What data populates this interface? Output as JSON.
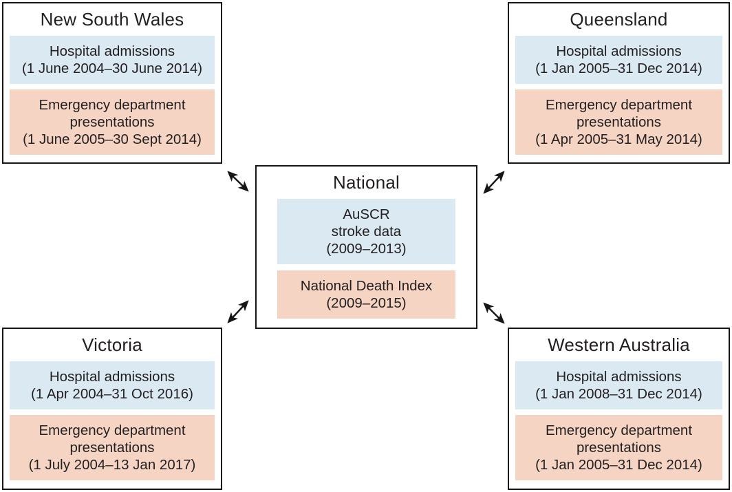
{
  "colors": {
    "hospital_panel_blue": "#dbe9f2",
    "emergency_panel_pink": "#f5d4c4",
    "border_black": "#161616",
    "text": "#231f20",
    "background": "#ffffff"
  },
  "nodes": {
    "national": {
      "title": "National",
      "auscr_panel": "AuSCR\nstroke data\n(2009–2013)",
      "death_index_panel": "National Death Index\n(2009–2015)"
    },
    "nsw": {
      "title": "New South Wales",
      "hospital_admissions": "Hospital admissions\n(1 June 2004–30 June 2014)",
      "emergency_presentations": "Emergency department\npresentations\n(1 June 2005–30 Sept 2014)"
    },
    "qld": {
      "title": "Queensland",
      "hospital_admissions": "Hospital admissions\n(1 Jan 2005–31 Dec 2014)",
      "emergency_presentations": "Emergency department\npresentations\n(1 Apr 2005–31 May 2014)"
    },
    "vic": {
      "title": "Victoria",
      "hospital_admissions": "Hospital admissions\n(1 Apr 2004–31 Oct 2016)",
      "emergency_presentations": "Emergency department\npresentations\n(1 July 2004–13 Jan 2017)"
    },
    "wa": {
      "title": "Western Australia",
      "hospital_admissions": "Hospital admissions\n(1 Jan 2008–31 Dec 2014)",
      "emergency_presentations": "Emergency department\npresentations\n(1 Jan 2005–31 Dec 2014)"
    }
  }
}
